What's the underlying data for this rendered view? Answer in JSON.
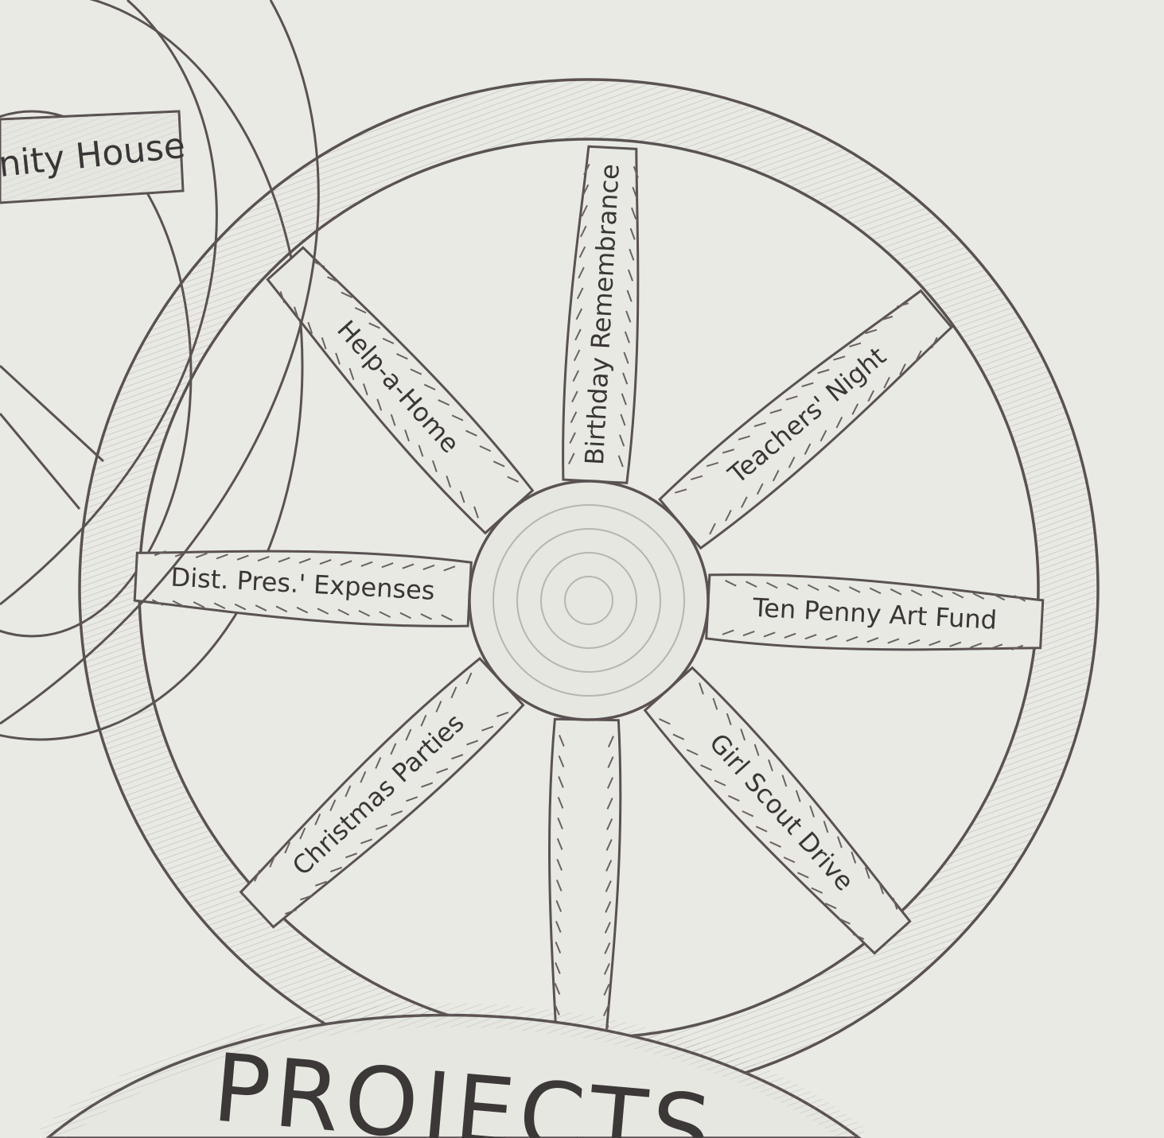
{
  "drawing": {
    "ink_color": "#5a5252",
    "paper_color": "#e9eae3",
    "left_wheel_label": "nity House",
    "spokes": [
      {
        "label": "Birthday Remembrance"
      },
      {
        "label": "Teachers' Night"
      },
      {
        "label": "Ten Penny Art Fund"
      },
      {
        "label": "Girl Scout Drive"
      },
      {
        "label": ""
      },
      {
        "label": "Christmas Parties"
      },
      {
        "label": "Dist. Pres.' Expenses"
      },
      {
        "label": "Help-a-Home"
      }
    ],
    "bottom_banner": "PROJECTS"
  }
}
